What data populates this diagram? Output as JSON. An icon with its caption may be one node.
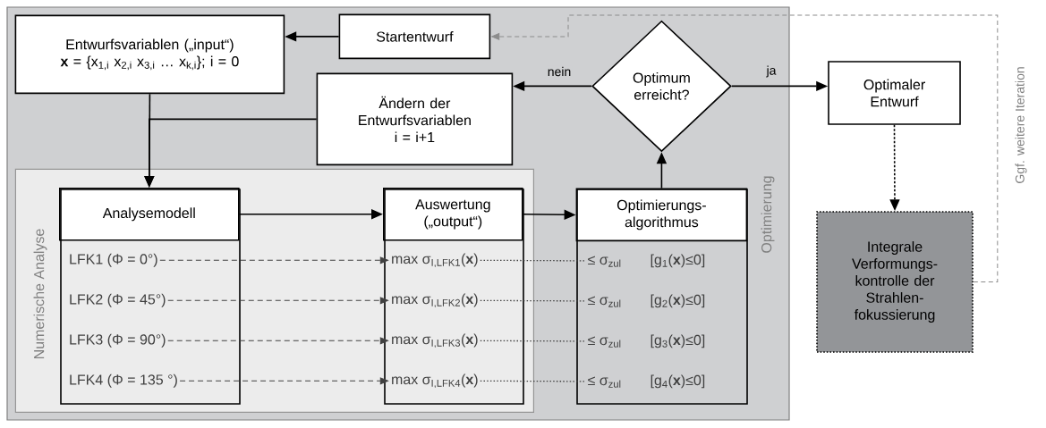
{
  "diagram": {
    "nodes": [
      {
        "text": [
          "Optimierung"
        ]
      },
      {
        "text": [
          "Entwurfsvariablen („input“)",
          "**x** = {x$_{1,i}$ x$_{2,i}$ x$_{3,i}$ … x$_{k,i}$}; i = 0"
        ],
        "in": 0
      },
      {
        "text": [
          "Startentwurf"
        ],
        "in": 0
      },
      {
        "text": [
          "Ändern der Entwurfsvariablen i = i+1"
        ],
        "in": 0
      },
      {
        "text": [
          "Optimum erreicht?"
        ],
        "in": 0
      },
      {
        "text": [
          "Optimaler Entwurf"
        ]
      },
      {
        "text": [
          "Numerische Analyse"
        ],
        "in": 0
      },
      {
        "text": [
          "Analysemodell"
        ],
        "in": 6
      },
      {
        "text": [
          "LFK1 (Φ = 0°)"
        ],
        "in": 6
      },
      {
        "text": [
          "LFK2 (Φ = 45°)"
        ],
        "in": 6
      },
      {
        "text": [
          "LFK3 (Φ = 90°)"
        ],
        "in": 6
      },
      {
        "text": [
          "LFK4 (Φ = 135 °)"
        ],
        "in": 6
      },
      {
        "text": [
          "Auswertung („output“)"
        ],
        "in": 6
      },
      {
        "text": [
          "max σ$_{I,LFK1}$(**x**)"
        ],
        "in": 6
      },
      {
        "text": [
          "max σ$_{I,LFK2}$(**x**)"
        ],
        "in": 6
      },
      {
        "text": [
          "max σ$_{I,LFK3}$(**x**)"
        ],
        "in": 6
      },
      {
        "text": [
          "max σ$_{I,LFK4}$(**x**)"
        ],
        "in": 6
      },
      {
        "text": [
          "Optimierungs- algorithmus"
        ],
        "in": 0
      },
      {
        "text": [
          "≤ σ$_{zul}$",
          "[g$_{1}$(**x**)≤0]"
        ],
        "in": 0
      },
      {
        "text": [
          "≤ σ$_{zul}$",
          "[g$_{2}$(**x**)≤0]"
        ],
        "in": 0
      },
      {
        "text": [
          "≤ σ$_{zul}$",
          "[g$_{3}$(**x**)≤0]"
        ],
        "in": 0
      },
      {
        "text": [
          "≤ σ$_{zul}$",
          "[g$_{4}$(**x**)≤0]"
        ],
        "in": 0
      },
      {
        "text": [
          "Integrale Verformungs- kontrolle der Strahlen- fokussierung"
        ]
      }
    ],
    "edges": [
      {
        "from": 2,
        "to": 1,
        "arrow": "to"
      },
      {
        "from": 1,
        "to": 7,
        "arrow": "to"
      },
      {
        "from": 3,
        "to": 7,
        "arrow": "to"
      },
      {
        "from": 7,
        "to": 12,
        "arrow": "to"
      },
      {
        "from": 12,
        "to": 17,
        "arrow": "to"
      },
      {
        "from": 17,
        "to": 4,
        "arrow": "to"
      },
      {
        "from": 4,
        "to": 3,
        "arrow": "to",
        "label": "nein"
      },
      {
        "from": 4,
        "to": 5,
        "arrow": "to",
        "label": "ja"
      },
      {
        "from": 5,
        "to": 22,
        "arrow": "to",
        "style": "dashed"
      },
      {
        "from": 22,
        "to": 2,
        "arrow": "to",
        "style": "dashed",
        "color": "#8c8c8c",
        "label": "Ggf. weitere Iteration"
      },
      {
        "from": 8,
        "to": 13,
        "arrow": "to",
        "style": "dashed",
        "color": "#404040"
      },
      {
        "from": 9,
        "to": 14,
        "arrow": "to",
        "style": "dashed",
        "color": "#404040"
      },
      {
        "from": 10,
        "to": 15,
        "arrow": "to",
        "style": "dashed",
        "color": "#404040"
      },
      {
        "from": 11,
        "to": 16,
        "arrow": "to",
        "style": "dashed",
        "color": "#404040"
      },
      {
        "from": 13,
        "to": 18,
        "arrow": "none",
        "style": "dashed",
        "color": "#404040"
      },
      {
        "from": 14,
        "to": 19,
        "arrow": "none",
        "style": "dashed",
        "color": "#404040"
      },
      {
        "from": 15,
        "to": 20,
        "arrow": "none",
        "style": "dashed",
        "color": "#404040"
      },
      {
        "from": 16,
        "to": 21,
        "arrow": "none",
        "style": "dashed",
        "color": "#404040"
      }
    ]
  }
}
